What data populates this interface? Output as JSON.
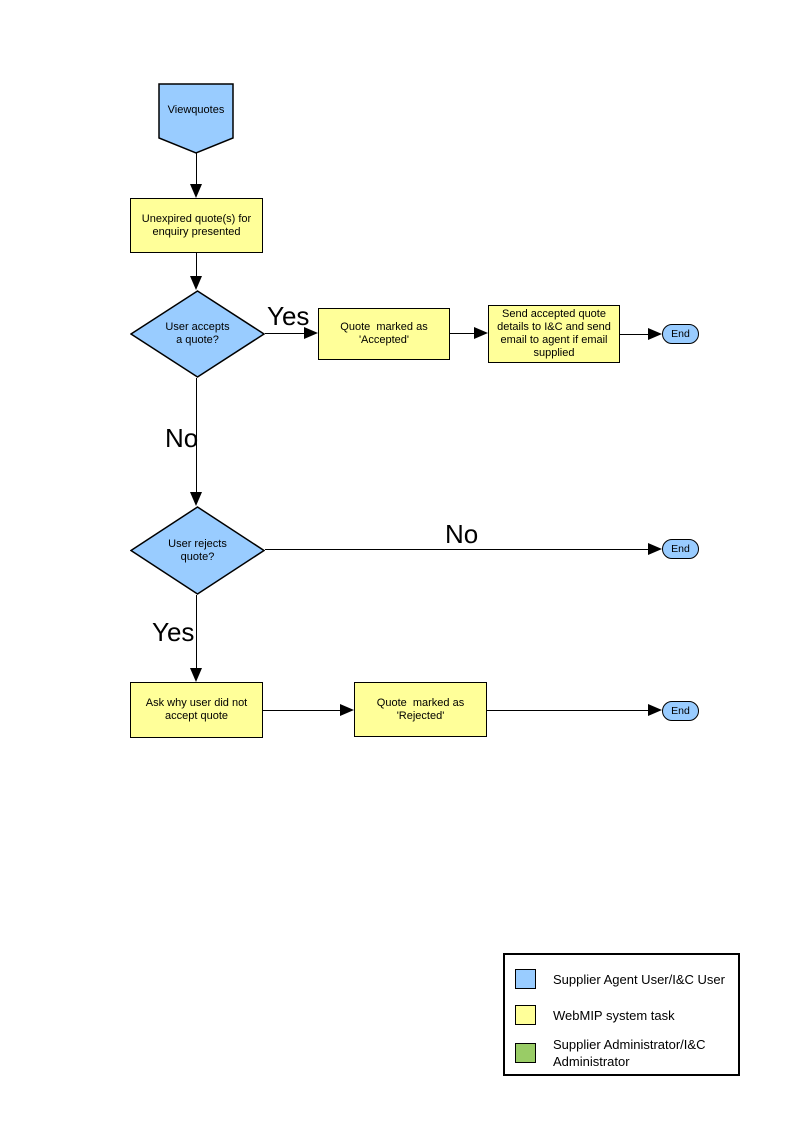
{
  "diagram": {
    "start": "Viewquotes",
    "process": {
      "unexpired": "Unexpired quote(s) for\nenquiry presented",
      "mark_accepted": "Quote  marked as\n'Accepted'",
      "send_details": "Send accepted quote\ndetails to I&C and send\nemail to agent if email\nsupplied",
      "ask_why": "Ask why user did not\naccept quote",
      "mark_rejected": "Quote  marked as\n'Rejected'"
    },
    "decision": {
      "accepts": "User accepts\na quote?",
      "rejects": "User rejects\nquote?"
    },
    "terminator": "End",
    "labels": {
      "accept_yes": "Yes",
      "accept_no": "No",
      "reject_no": "No",
      "reject_yes": "Yes"
    }
  },
  "legend": {
    "items": [
      {
        "label": "Supplier Agent User/I&C User",
        "color": "#99CCFF"
      },
      {
        "label": "WebMIP system task",
        "color": "#FFFF99"
      },
      {
        "label": "Supplier Administrator/I&C\nAdministrator",
        "color": "#99CC66"
      }
    ]
  },
  "colors": {
    "user_shape": "#99CCFF",
    "system_shape": "#FFFF99",
    "admin_shape": "#99CC66",
    "connector": "#000000"
  }
}
